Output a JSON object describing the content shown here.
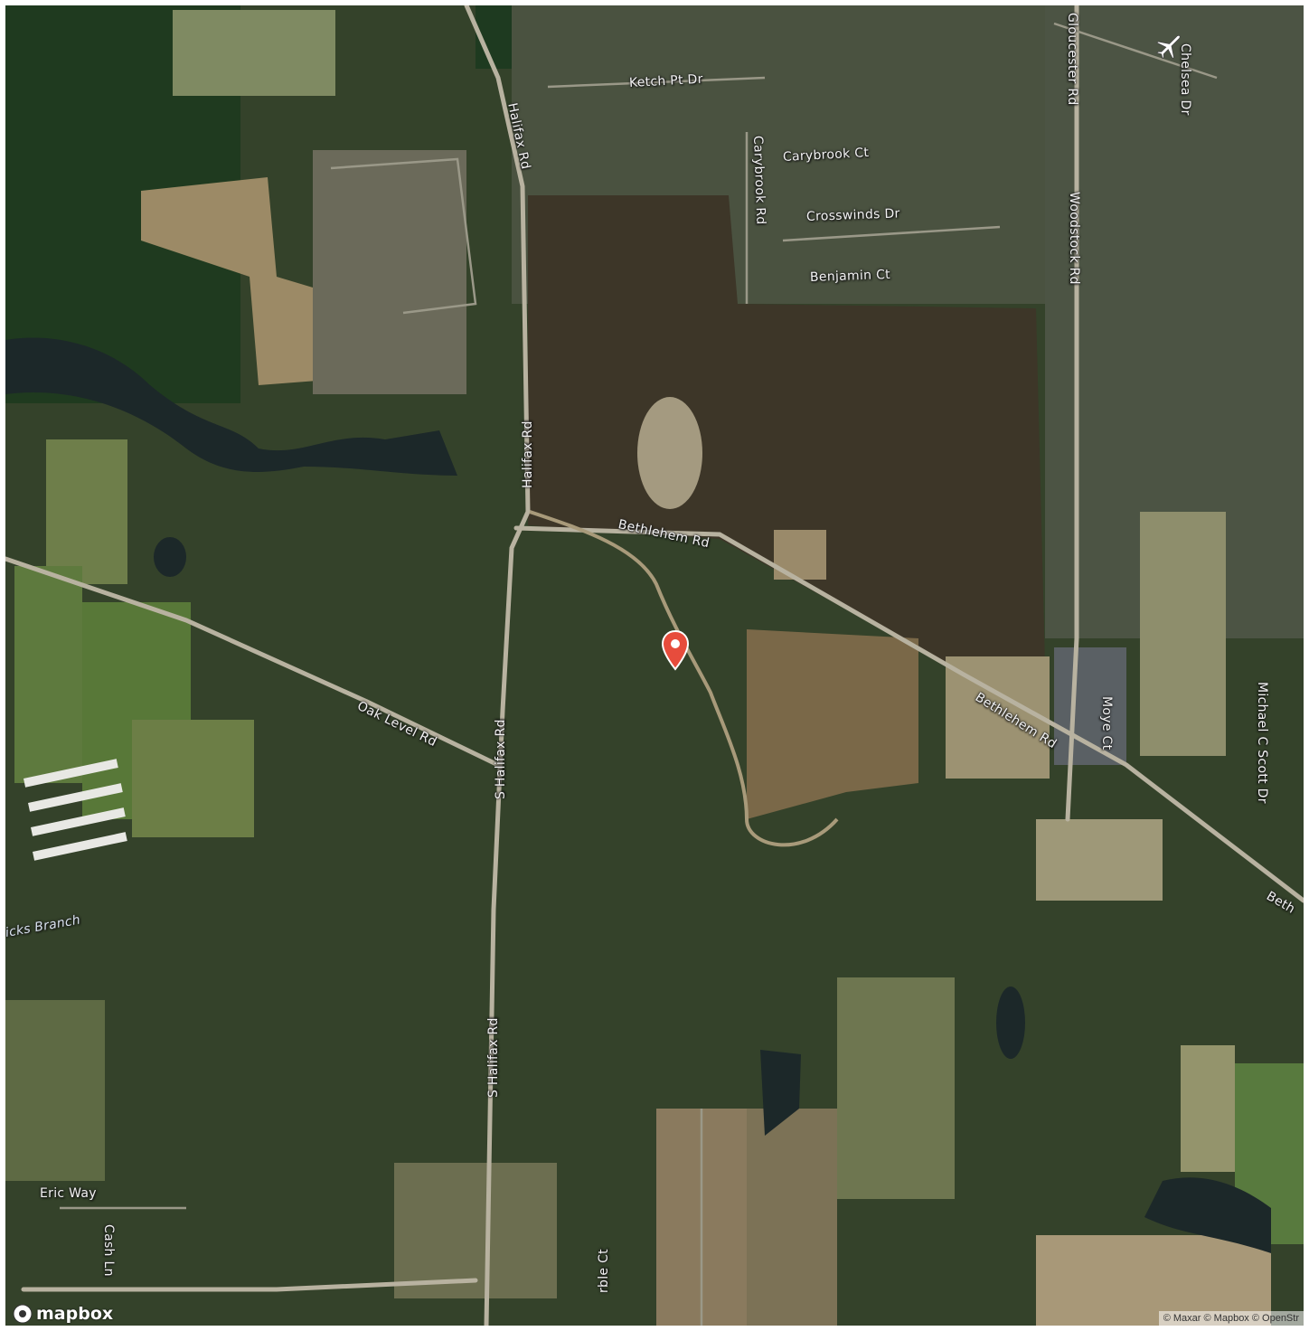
{
  "map": {
    "labels": {
      "ketch_pt_dr": "Ketch Pt Dr",
      "halifax_rd_north": "Halifax Rd",
      "halifax_rd_mid": "Halifax Rd",
      "carybrook_rd": "Carybrook Rd",
      "carybrook_ct": "Carybrook Ct",
      "crosswinds_dr": "Crosswinds Dr",
      "benjamin_ct": "Benjamin Ct",
      "gloucester_rd": "Gloucester Rd",
      "chelsea_dr": "Chelsea Dr",
      "woodstock_rd": "Woodstock Rd",
      "bethlehem_rd_1": "Bethlehem Rd",
      "bethlehem_rd_2": "Bethlehem Rd",
      "bethlehem_rd_3": "Beth",
      "oak_level_rd": "Oak Level Rd",
      "s_halifax_rd_1": "S Halifax Rd",
      "s_halifax_rd_2": "S Halifax Rd",
      "moye_ct": "Moye Ct",
      "michael_c_scott_dr": "Michael C Scott Dr",
      "hicks_branch": "icks Branch",
      "eric_way": "Eric Way",
      "cash_ln": "Cash Ln",
      "marble_ct": "rble Ct"
    },
    "logo_text": "mapbox",
    "attribution": "© Maxar © Mapbox © OpenStr",
    "colors": {
      "forest": "#2e3d24",
      "field": "#8a7a58",
      "water": "#1f2a2c",
      "marker": "#e74c3c"
    }
  }
}
